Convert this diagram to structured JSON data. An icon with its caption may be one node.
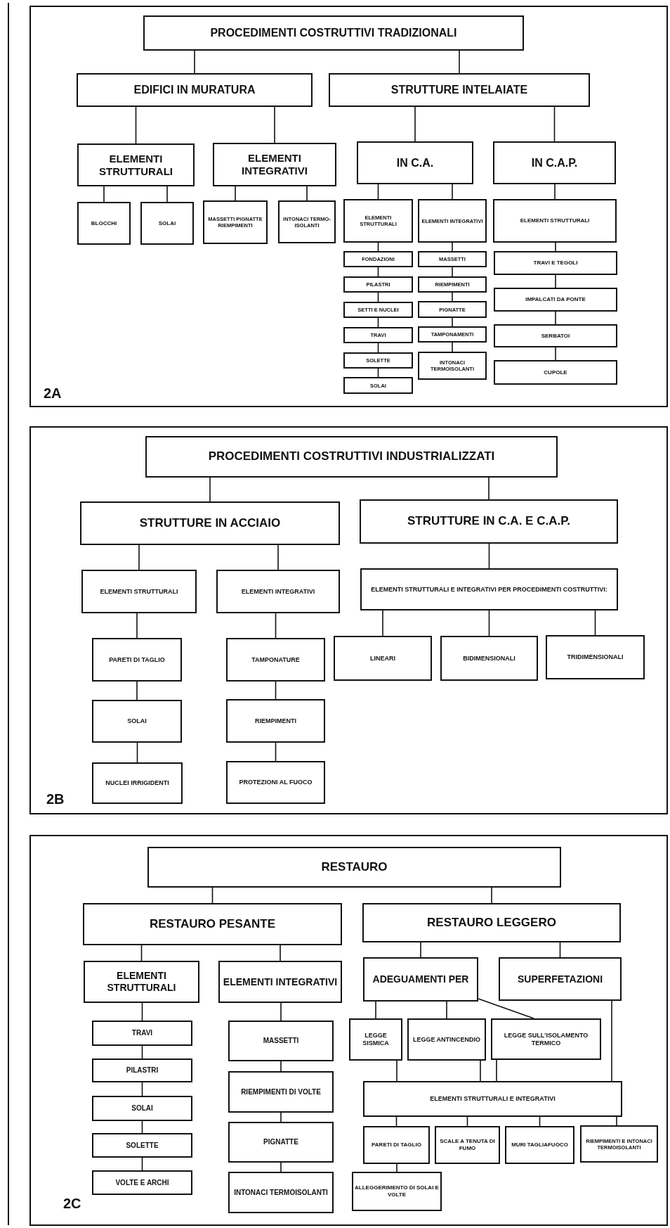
{
  "diagram": {
    "nodes": [
      {
        "text": [
          "PROCEDIMENTI COSTRUTTIVI TRADIZIONALI"
        ]
      },
      {
        "text": [
          "EDIFICI IN MURATURA"
        ]
      },
      {
        "text": [
          "STRUTTURE INTELAIATE"
        ]
      },
      {
        "text": [
          "ELEMENTI STRUTTURALI"
        ]
      },
      {
        "text": [
          "ELEMENTI INTEGRATIVI"
        ]
      },
      {
        "text": [
          "BLOCCHI"
        ]
      },
      {
        "text": [
          "SOLAI"
        ]
      },
      {
        "text": [
          "MASSETTI PIGNATTE RIEMPIMENTI"
        ]
      },
      {
        "text": [
          "INTONACI TERMO- ISOLANTI"
        ]
      },
      {
        "text": [
          "IN C.A."
        ]
      },
      {
        "text": [
          "IN C.A.P."
        ]
      },
      {
        "text": [
          "ELEMENTI STRUTTURALI"
        ]
      },
      {
        "text": [
          "ELEMENTI INTEGRATIVI"
        ]
      },
      {
        "text": [
          "FONDAZIONI"
        ]
      },
      {
        "text": [
          "PILASTRI"
        ]
      },
      {
        "text": [
          "SETTI E NUCLEI"
        ]
      },
      {
        "text": [
          "TRAVI"
        ]
      },
      {
        "text": [
          "SOLETTE"
        ]
      },
      {
        "text": [
          "SOLAI"
        ]
      },
      {
        "text": [
          "MASSETTI"
        ]
      },
      {
        "text": [
          "RIEMPIMENTI"
        ]
      },
      {
        "text": [
          "PIGNATTE"
        ]
      },
      {
        "text": [
          "TAMPONAMENTI"
        ]
      },
      {
        "text": [
          "INTONACI TERMOISOLANTI"
        ]
      },
      {
        "text": [
          "ELEMENTI STRUTTURALI"
        ]
      },
      {
        "text": [
          "TRAVI E TEGOLI"
        ]
      },
      {
        "text": [
          "IMPALCATI DA PONTE"
        ]
      },
      {
        "text": [
          "SERBATOI"
        ]
      },
      {
        "text": [
          "CUPOLE"
        ]
      },
      {
        "text": [
          "PROCEDIMENTI COSTRUTTIVI INDUSTRIALIZZATI"
        ]
      },
      {
        "text": [
          "STRUTTURE IN ACCIAIO"
        ]
      },
      {
        "text": [
          "STRUTTURE IN C.A. E C.A.P."
        ]
      },
      {
        "text": [
          "ELEMENTI STRUTTURALI"
        ]
      },
      {
        "text": [
          "ELEMENTI INTEGRATIVI"
        ]
      },
      {
        "text": [
          "ELEMENTI STRUTTURALI E INTEGRATIVI PER PROCEDIMENTI COSTRUTTIVI:"
        ]
      },
      {
        "text": [
          "PARETI DI TAGLIO"
        ]
      },
      {
        "text": [
          "SOLAI"
        ]
      },
      {
        "text": [
          "NUCLEI IRRIGIDENTI"
        ]
      },
      {
        "text": [
          "TAMPONATURE"
        ]
      },
      {
        "text": [
          "RIEMPIMENTI"
        ]
      },
      {
        "text": [
          "PROTEZIONI AL FUOCO"
        ]
      },
      {
        "text": [
          "LINEARI"
        ]
      },
      {
        "text": [
          "BIDIMENSIONALI"
        ]
      },
      {
        "text": [
          "TRIDIMENSIONALI"
        ]
      },
      {
        "text": [
          "RESTAURO"
        ]
      },
      {
        "text": [
          "RESTAURO PESANTE"
        ]
      },
      {
        "text": [
          "RESTAURO LEGGERO"
        ]
      },
      {
        "text": [
          "ELEMENTI STRUTTURALI"
        ]
      },
      {
        "text": [
          "ELEMENTI INTEGRATIVI"
        ]
      },
      {
        "text": [
          "TRAVI"
        ]
      },
      {
        "text": [
          "PILASTRI"
        ]
      },
      {
        "text": [
          "SOLAI"
        ]
      },
      {
        "text": [
          "SOLETTE"
        ]
      },
      {
        "text": [
          "VOLTE E ARCHI"
        ]
      },
      {
        "text": [
          "MASSETTI"
        ]
      },
      {
        "text": [
          "RIEMPIMENTI DI VOLTE"
        ]
      },
      {
        "text": [
          "PIGNATTE"
        ]
      },
      {
        "text": [
          "INTONACI TERMOISOLANTI"
        ]
      },
      {
        "text": [
          "ADEGUAMENTI PER"
        ]
      },
      {
        "text": [
          "SUPERFETAZIONI"
        ]
      },
      {
        "text": [
          "LEGGE SISMICA"
        ]
      },
      {
        "text": [
          "LEGGE ANTINCENDIO"
        ]
      },
      {
        "text": [
          "LEGGE SULL'ISOLAMENTO TERMICO"
        ]
      },
      {
        "text": [
          "ELEMENTI STRUTTURALI E INTEGRATIVI"
        ]
      },
      {
        "text": [
          "PARETI DI TAGLIO"
        ]
      },
      {
        "text": [
          "SCALE A TENUTA DI FUMO"
        ]
      },
      {
        "text": [
          "MURI TAGLIAFUOCO"
        ]
      },
      {
        "text": [
          "RIEMPIMENTI E INTONACI TERMOISOLANTI"
        ]
      },
      {
        "text": [
          "ALLEGGERIMENTO DI SOLAI E VOLTE"
        ]
      }
    ],
    "edges": [
      {
        "from": 0,
        "to": 1,
        "arrow": "none"
      },
      {
        "from": 0,
        "to": 2,
        "arrow": "none"
      },
      {
        "from": 1,
        "to": 3,
        "arrow": "none"
      },
      {
        "from": 1,
        "to": 4,
        "arrow": "none"
      },
      {
        "from": 3,
        "to": 5,
        "arrow": "none"
      },
      {
        "from": 3,
        "to": 6,
        "arrow": "none"
      },
      {
        "from": 4,
        "to": 7,
        "arrow": "none"
      },
      {
        "from": 4,
        "to": 8,
        "arrow": "none"
      },
      {
        "from": 2,
        "to": 9,
        "arrow": "none"
      },
      {
        "from": 2,
        "to": 10,
        "arrow": "none"
      },
      {
        "from": 9,
        "to": 11,
        "arrow": "none"
      },
      {
        "from": 9,
        "to": 12,
        "arrow": "none"
      },
      {
        "from": 11,
        "to": 13,
        "arrow": "none"
      },
      {
        "from": 13,
        "to": 14,
        "arrow": "none"
      },
      {
        "from": 14,
        "to": 15,
        "arrow": "none"
      },
      {
        "from": 15,
        "to": 16,
        "arrow": "none"
      },
      {
        "from": 16,
        "to": 17,
        "arrow": "none"
      },
      {
        "from": 17,
        "to": 18,
        "arrow": "none"
      },
      {
        "from": 12,
        "to": 19,
        "arrow": "none"
      },
      {
        "from": 19,
        "to": 20,
        "arrow": "none"
      },
      {
        "from": 20,
        "to": 21,
        "arrow": "none"
      },
      {
        "from": 21,
        "to": 22,
        "arrow": "none"
      },
      {
        "from": 22,
        "to": 23,
        "arrow": "none"
      },
      {
        "from": 10,
        "to": 24,
        "arrow": "none"
      },
      {
        "from": 24,
        "to": 25,
        "arrow": "none"
      },
      {
        "from": 25,
        "to": 26,
        "arrow": "none"
      },
      {
        "from": 26,
        "to": 27,
        "arrow": "none"
      },
      {
        "from": 27,
        "to": 28,
        "arrow": "none"
      },
      {
        "from": 29,
        "to": 30,
        "arrow": "none"
      },
      {
        "from": 29,
        "to": 31,
        "arrow": "none"
      },
      {
        "from": 30,
        "to": 32,
        "arrow": "none"
      },
      {
        "from": 30,
        "to": 33,
        "arrow": "none"
      },
      {
        "from": 31,
        "to": 34,
        "arrow": "none"
      },
      {
        "from": 32,
        "to": 35,
        "arrow": "none"
      },
      {
        "from": 35,
        "to": 36,
        "arrow": "none"
      },
      {
        "from": 36,
        "to": 37,
        "arrow": "none"
      },
      {
        "from": 33,
        "to": 38,
        "arrow": "none"
      },
      {
        "from": 38,
        "to": 39,
        "arrow": "none"
      },
      {
        "from": 39,
        "to": 40,
        "arrow": "none"
      },
      {
        "from": 34,
        "to": 41,
        "arrow": "none"
      },
      {
        "from": 34,
        "to": 42,
        "arrow": "none"
      },
      {
        "from": 34,
        "to": 43,
        "arrow": "none"
      },
      {
        "from": 44,
        "to": 45,
        "arrow": "none"
      },
      {
        "from": 44,
        "to": 46,
        "arrow": "none"
      },
      {
        "from": 45,
        "to": 47,
        "arrow": "none"
      },
      {
        "from": 45,
        "to": 48,
        "arrow": "none"
      },
      {
        "from": 47,
        "to": 49,
        "arrow": "none"
      },
      {
        "from": 49,
        "to": 50,
        "arrow": "none"
      },
      {
        "from": 50,
        "to": 51,
        "arrow": "none"
      },
      {
        "from": 51,
        "to": 52,
        "arrow": "none"
      },
      {
        "from": 52,
        "to": 53,
        "arrow": "none"
      },
      {
        "from": 48,
        "to": 54,
        "arrow": "none"
      },
      {
        "from": 54,
        "to": 55,
        "arrow": "none"
      },
      {
        "from": 55,
        "to": 56,
        "arrow": "none"
      },
      {
        "from": 56,
        "to": 57,
        "arrow": "none"
      },
      {
        "from": 46,
        "to": 58,
        "arrow": "none"
      },
      {
        "from": 46,
        "to": 59,
        "arrow": "none"
      },
      {
        "from": 58,
        "to": 60,
        "arrow": "none"
      },
      {
        "from": 58,
        "to": 61,
        "arrow": "none"
      },
      {
        "from": 58,
        "to": 62,
        "arrow": "none"
      },
      {
        "from": 60,
        "to": 63,
        "arrow": "none"
      },
      {
        "from": 61,
        "to": 63,
        "arrow": "none"
      },
      {
        "from": 62,
        "to": 63,
        "arrow": "none"
      },
      {
        "from": 59,
        "to": 63,
        "arrow": "none"
      },
      {
        "from": 63,
        "to": 64,
        "arrow": "none"
      },
      {
        "from": 63,
        "to": 65,
        "arrow": "none"
      },
      {
        "from": 63,
        "to": 66,
        "arrow": "none"
      },
      {
        "from": 63,
        "to": 67,
        "arrow": "none"
      },
      {
        "from": 64,
        "to": 68,
        "arrow": "none"
      }
    ],
    "labels": [
      "2A",
      "2B",
      "2C"
    ]
  }
}
